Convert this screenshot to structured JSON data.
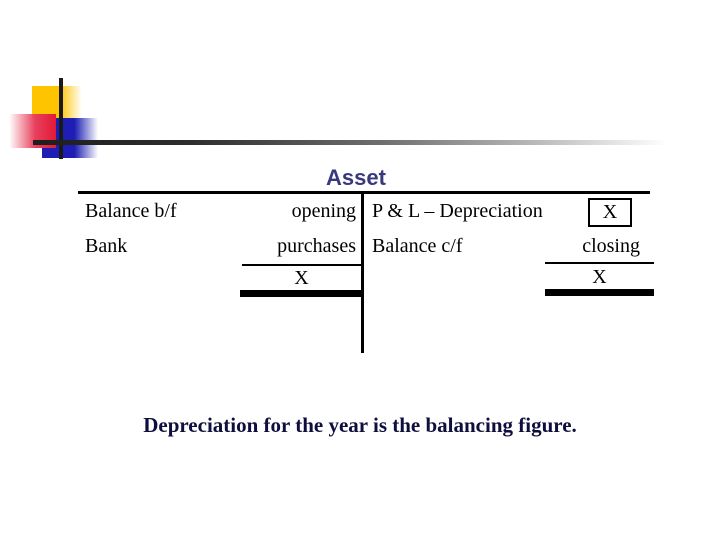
{
  "title": "Asset",
  "t_account": {
    "left": {
      "rows": [
        {
          "label": "Balance b/f",
          "value": "opening"
        },
        {
          "label": "Bank",
          "value": "purchases"
        }
      ],
      "total": "X"
    },
    "right": {
      "rows": [
        {
          "label": "P & L – Depreciation",
          "value": "X"
        },
        {
          "label": "Balance c/f",
          "value": "closing"
        }
      ],
      "total": "X"
    }
  },
  "footnote": "Depreciation for the year is the balancing figure.",
  "colors": {
    "title_text": "#39397E",
    "footnote_text": "#0F0F3D",
    "ink": "#000000",
    "accent_yellow": "#FFC400",
    "accent_red": "#E31937",
    "accent_blue": "#1E1EB4"
  }
}
